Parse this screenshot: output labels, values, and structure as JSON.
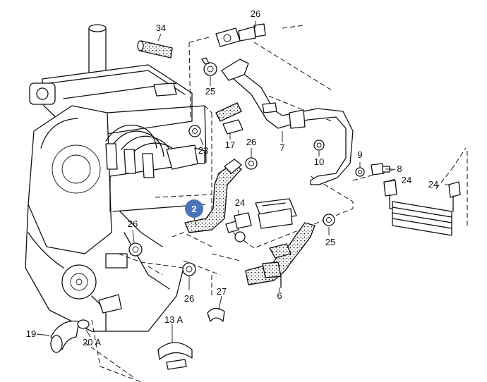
{
  "diagram": {
    "callouts": [
      {
        "id": "c26_top",
        "text": "26"
      },
      {
        "id": "c34",
        "text": "34"
      },
      {
        "id": "c25_top",
        "text": "25"
      },
      {
        "id": "c23",
        "text": "23"
      },
      {
        "id": "c17",
        "text": "17"
      },
      {
        "id": "c26_mid",
        "text": "26"
      },
      {
        "id": "c7",
        "text": "7"
      },
      {
        "id": "c10",
        "text": "10"
      },
      {
        "id": "c9",
        "text": "9"
      },
      {
        "id": "c8",
        "text": "8"
      },
      {
        "id": "c24_right",
        "text": "24"
      },
      {
        "id": "c24_far",
        "text": "24"
      },
      {
        "id": "c2",
        "text": "2"
      },
      {
        "id": "c24_mid",
        "text": "24"
      },
      {
        "id": "c25_mid",
        "text": "25"
      },
      {
        "id": "c26_left",
        "text": "26"
      },
      {
        "id": "c6",
        "text": "6"
      },
      {
        "id": "c26_low",
        "text": "26"
      },
      {
        "id": "c27",
        "text": "27"
      },
      {
        "id": "c13a",
        "text": "13 A"
      },
      {
        "id": "c19",
        "text": "19"
      },
      {
        "id": "c20a",
        "text": "20 A"
      }
    ],
    "highlight_color": "#4a74b8"
  }
}
